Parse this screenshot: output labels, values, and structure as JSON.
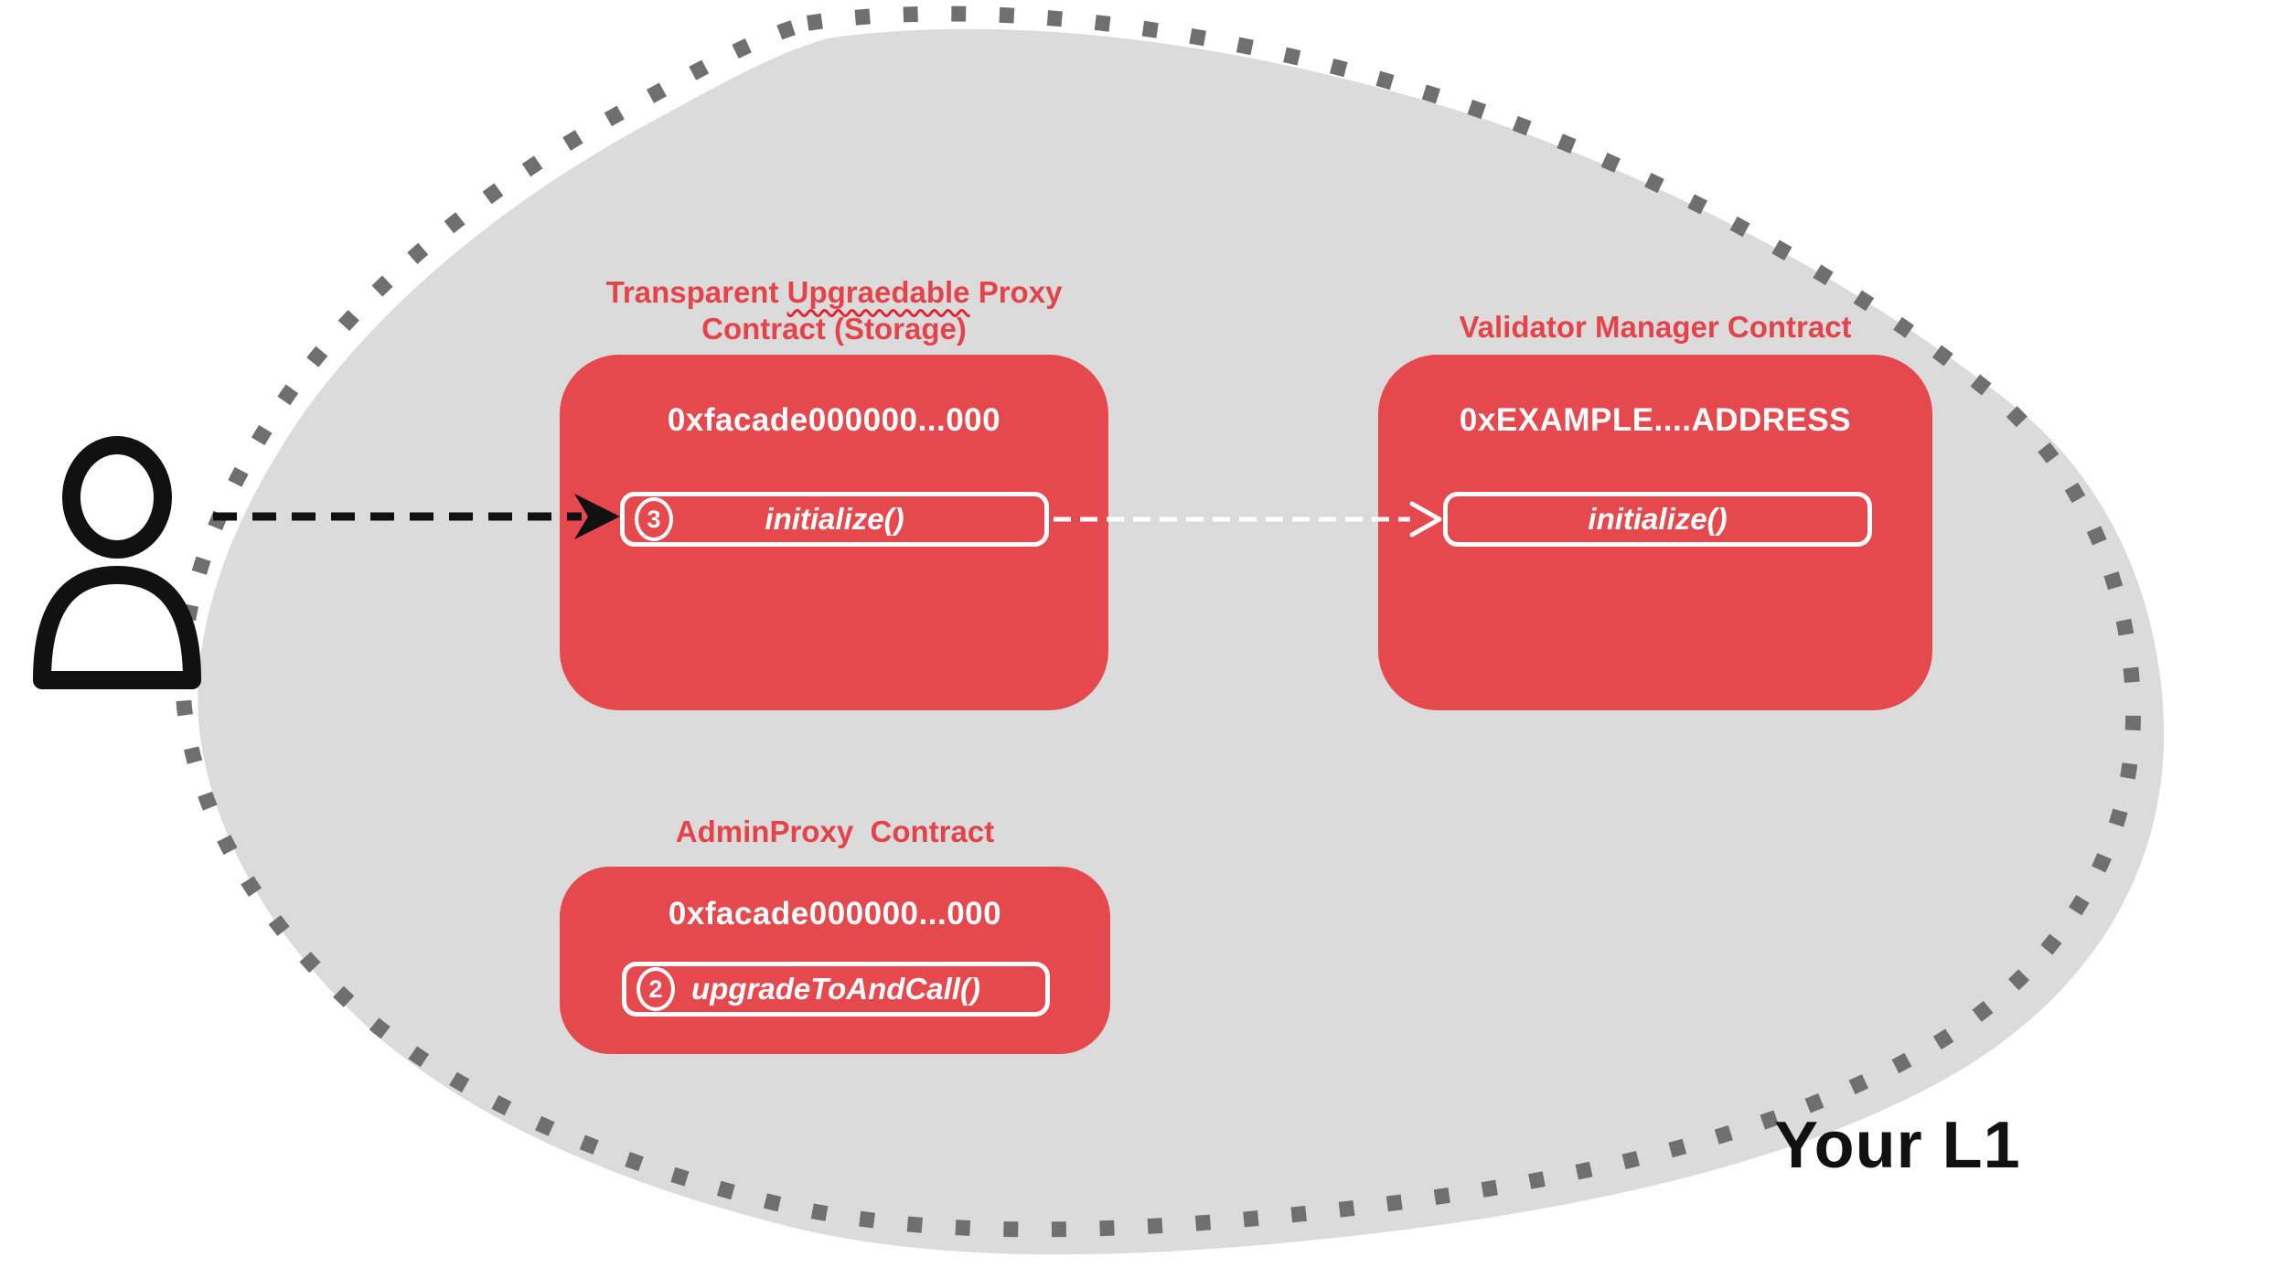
{
  "region_label": "Your L1",
  "colors": {
    "red": "#E5494D",
    "title_red": "#E5434A",
    "gray": "#DBDBDB",
    "dot": "#6F6F6F",
    "black": "#111111",
    "white": "#FFFFFF"
  },
  "actor": {
    "icon": "person-icon"
  },
  "contracts": {
    "proxy": {
      "title_prefix": "Transparent ",
      "title_misspelled_word": "Upgraedable",
      "title_suffix": " Proxy",
      "title_line2": "Contract (Storage)",
      "address": "0xfacade000000...000",
      "method": {
        "step": "3",
        "label": "initialize()"
      }
    },
    "validator_manager": {
      "title": "Validator Manager Contract",
      "address": "0xEXAMPLE....ADDRESS",
      "method": {
        "label": "initialize()"
      }
    },
    "admin_proxy": {
      "title": "AdminProxy  Contract",
      "address": "0xfacade000000...000",
      "method": {
        "step": "2",
        "label": "upgradeToAndCall()"
      }
    }
  }
}
